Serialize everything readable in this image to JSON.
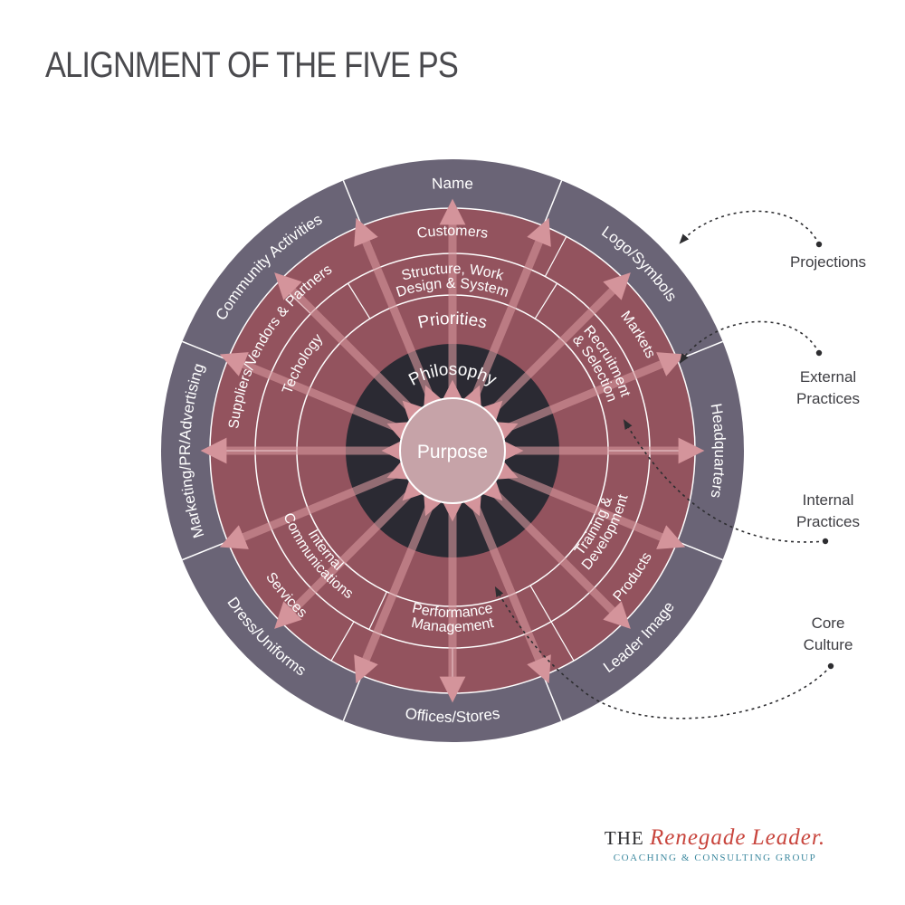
{
  "title": "ALIGNMENT OF THE FIVE PS",
  "colors": {
    "outer_ring": "#6a6476",
    "wine_ring": "#93535e",
    "core": "#2b2a33",
    "purpose": "#c6a3a8",
    "arrows": "#c9878f",
    "divider": "#ffffff",
    "callout_line": "#2d2d30"
  },
  "center": {
    "label": "Purpose"
  },
  "rings": {
    "philosophy": "Philosophy",
    "priorities": "Priorities",
    "internal_practices": [
      "Structure, Work\nDesign & System",
      "Recruitment\n& Selection",
      "Training &\nDevelopment",
      "Performance\nManagement",
      "Internal\nCommunications",
      "Techology"
    ],
    "external_practices": [
      "Customers",
      "Markets",
      "Products",
      "Services",
      "Suppliers/Vendors & Partners"
    ],
    "projections": [
      "Name",
      "Logo/Symbols",
      "Headquarters",
      "Leader Image",
      "Offices/Stores",
      "Dress/Uniforms",
      "Marketing/PR/Advertising",
      "Community Activities"
    ]
  },
  "callouts": [
    {
      "label": "Projections"
    },
    {
      "label": "External\nPractices"
    },
    {
      "label": "Internal\nPractices"
    },
    {
      "label": "Core\nCulture"
    }
  ],
  "logo": {
    "line1_a": "THE ",
    "line1_b": "Renegade",
    "line1_c": " ",
    "line1_d": "Leader",
    "line1_e": ".",
    "line2": "COACHING & CONSULTING GROUP"
  }
}
